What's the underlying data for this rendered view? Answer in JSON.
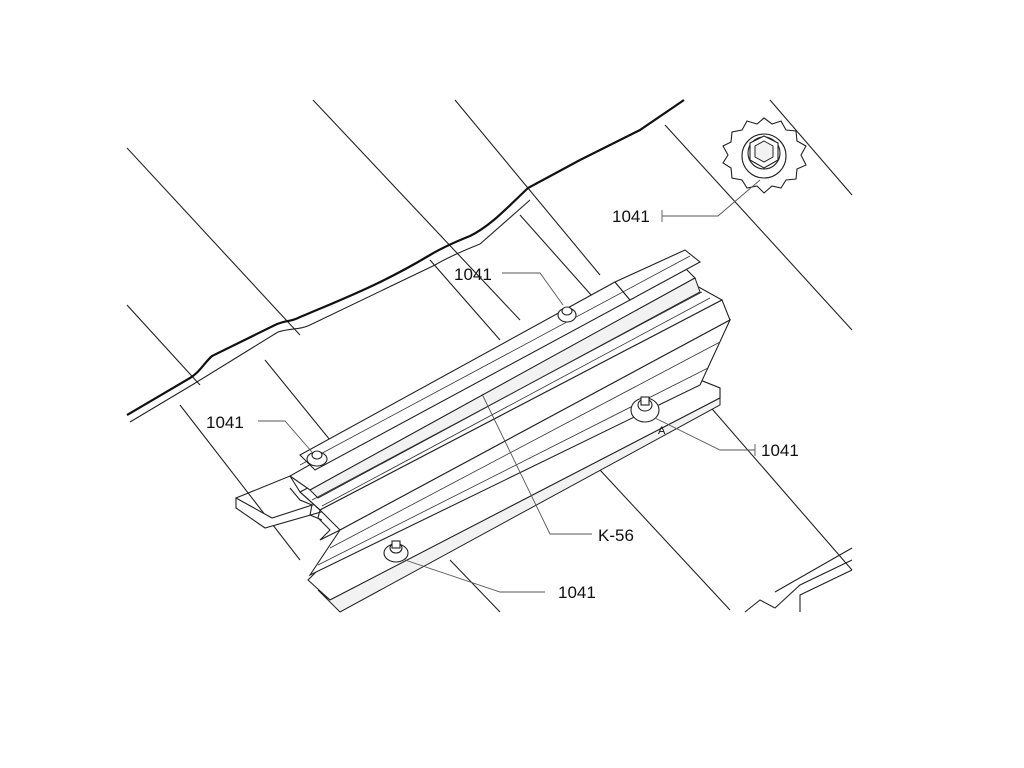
{
  "callouts": {
    "bolt_detail": "1041",
    "bolt_top": "1041",
    "bolt_left": "1041",
    "bolt_right": "1041",
    "bolt_bottom": "1041",
    "rail": "K-56",
    "point_a": "A"
  }
}
